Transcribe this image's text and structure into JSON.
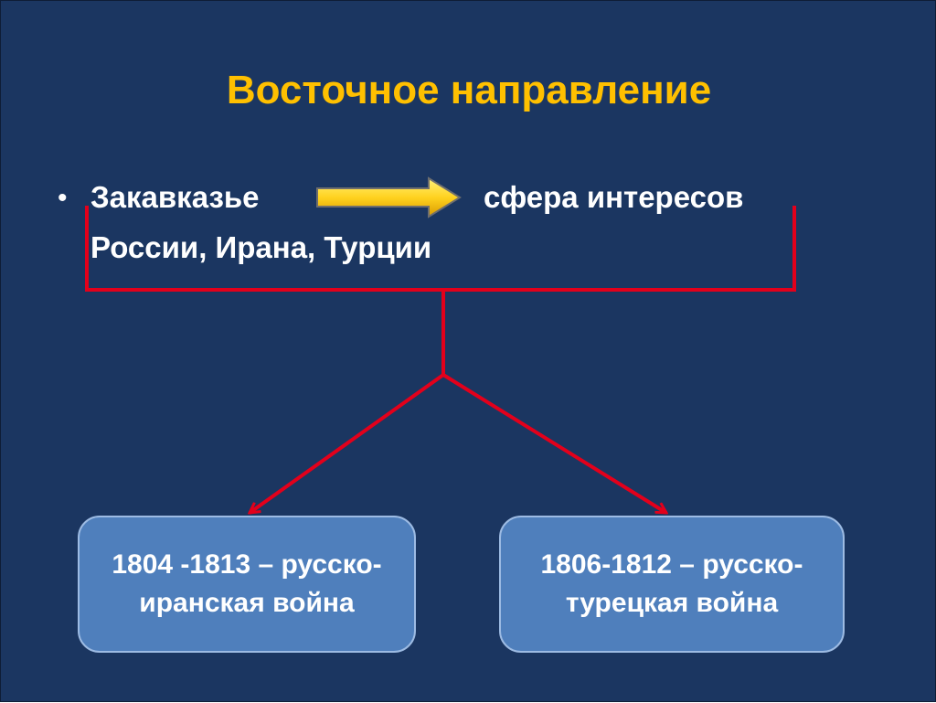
{
  "slide": {
    "title": "Восточное направление",
    "bullet": {
      "marker": "•",
      "term": "Закавказье",
      "rest_line1": "сфера интересов",
      "line2": "России, Ирана, Турции"
    },
    "boxes": [
      {
        "text": "1804 -1813 – русско-иранская война"
      },
      {
        "text": "1806-1812 – русско-турецкая война"
      }
    ],
    "colors": {
      "background": "#1b3661",
      "title": "#ffc000",
      "connector": "#e3001b",
      "box_fill": "#4f7fbc",
      "arrow_fill": "#ffd21f"
    }
  }
}
